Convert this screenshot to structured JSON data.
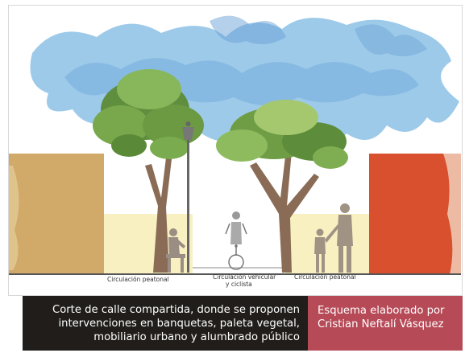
{
  "labels": {
    "left_sidewalk": "Circulación peatonal",
    "roadway_line1": "Circulación vehicular",
    "roadway_line2": "y ciclista",
    "right_sidewalk": "Circulación peatonal"
  },
  "caption": {
    "description": "Corte de calle compartida, donde se proponen intervenciones en banquetas, paleta vegetal, mobiliario urbano y alumbrado público",
    "credit": "Esquema elaborado por Cristian Neftalí Vásquez"
  },
  "colors": {
    "sky": "#7fb6de",
    "left_wall": "#d9b77a",
    "right_wall": "#d8502e",
    "caption_dark": "#201d1a",
    "caption_accent": "#b64a57"
  }
}
